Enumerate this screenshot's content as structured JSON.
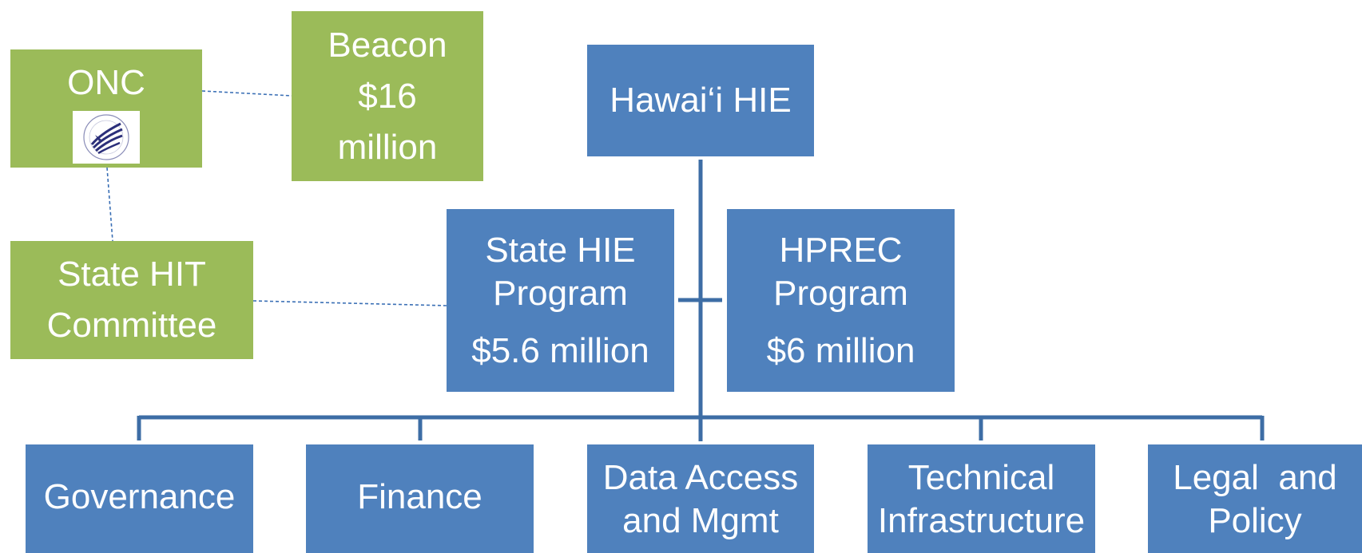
{
  "onc": {
    "label": "ONC"
  },
  "beacon": {
    "lines": [
      "Beacon",
      "$16",
      "million"
    ]
  },
  "state_hit_committee": {
    "lines": [
      "State HIT",
      "Committee"
    ]
  },
  "hawaii_hie": {
    "label": "Hawai‘i HIE"
  },
  "state_hie_program": {
    "lines": [
      "State HIE",
      "Program"
    ],
    "amount": "$5.6 million"
  },
  "hprec_program": {
    "lines": [
      "HPREC",
      "Program"
    ],
    "amount": "$6 million"
  },
  "workgroups": [
    {
      "lines": [
        "Governance"
      ]
    },
    {
      "lines": [
        "Finance"
      ]
    },
    {
      "lines": [
        "Data Access",
        "and Mgmt"
      ]
    },
    {
      "lines": [
        "Technical",
        "Infrastructure"
      ]
    },
    {
      "lines": [
        "Legal  and",
        "Policy"
      ]
    }
  ],
  "colors": {
    "green_box": "#9bbb59",
    "blue_box": "#4f81bd",
    "solid_connector": "#3d6da5",
    "dashed_connector": "#3a6fb5",
    "seal_navy": "#2b2f7a"
  },
  "icons": {
    "onc_seal": "hhs-eagle-seal-icon"
  }
}
